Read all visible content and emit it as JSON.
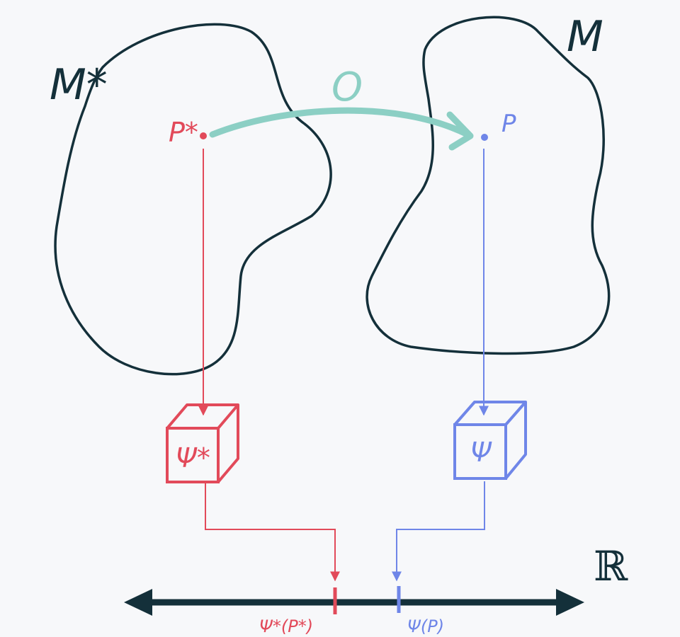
{
  "labels": {
    "manifold_star": "M*",
    "manifold": "M",
    "map_O": "O",
    "point_star": "P*",
    "point": "P",
    "psi_star": "Ψ*",
    "psi": "Ψ",
    "value_star": "Ψ*(P*)",
    "value": "Ψ(P)",
    "reals": "ℝ"
  },
  "colors": {
    "ink": "#14303a",
    "red": "#e24a5a",
    "blue": "#6f86e8",
    "teal": "#8ccfc4",
    "background": "#f7f8fa"
  }
}
